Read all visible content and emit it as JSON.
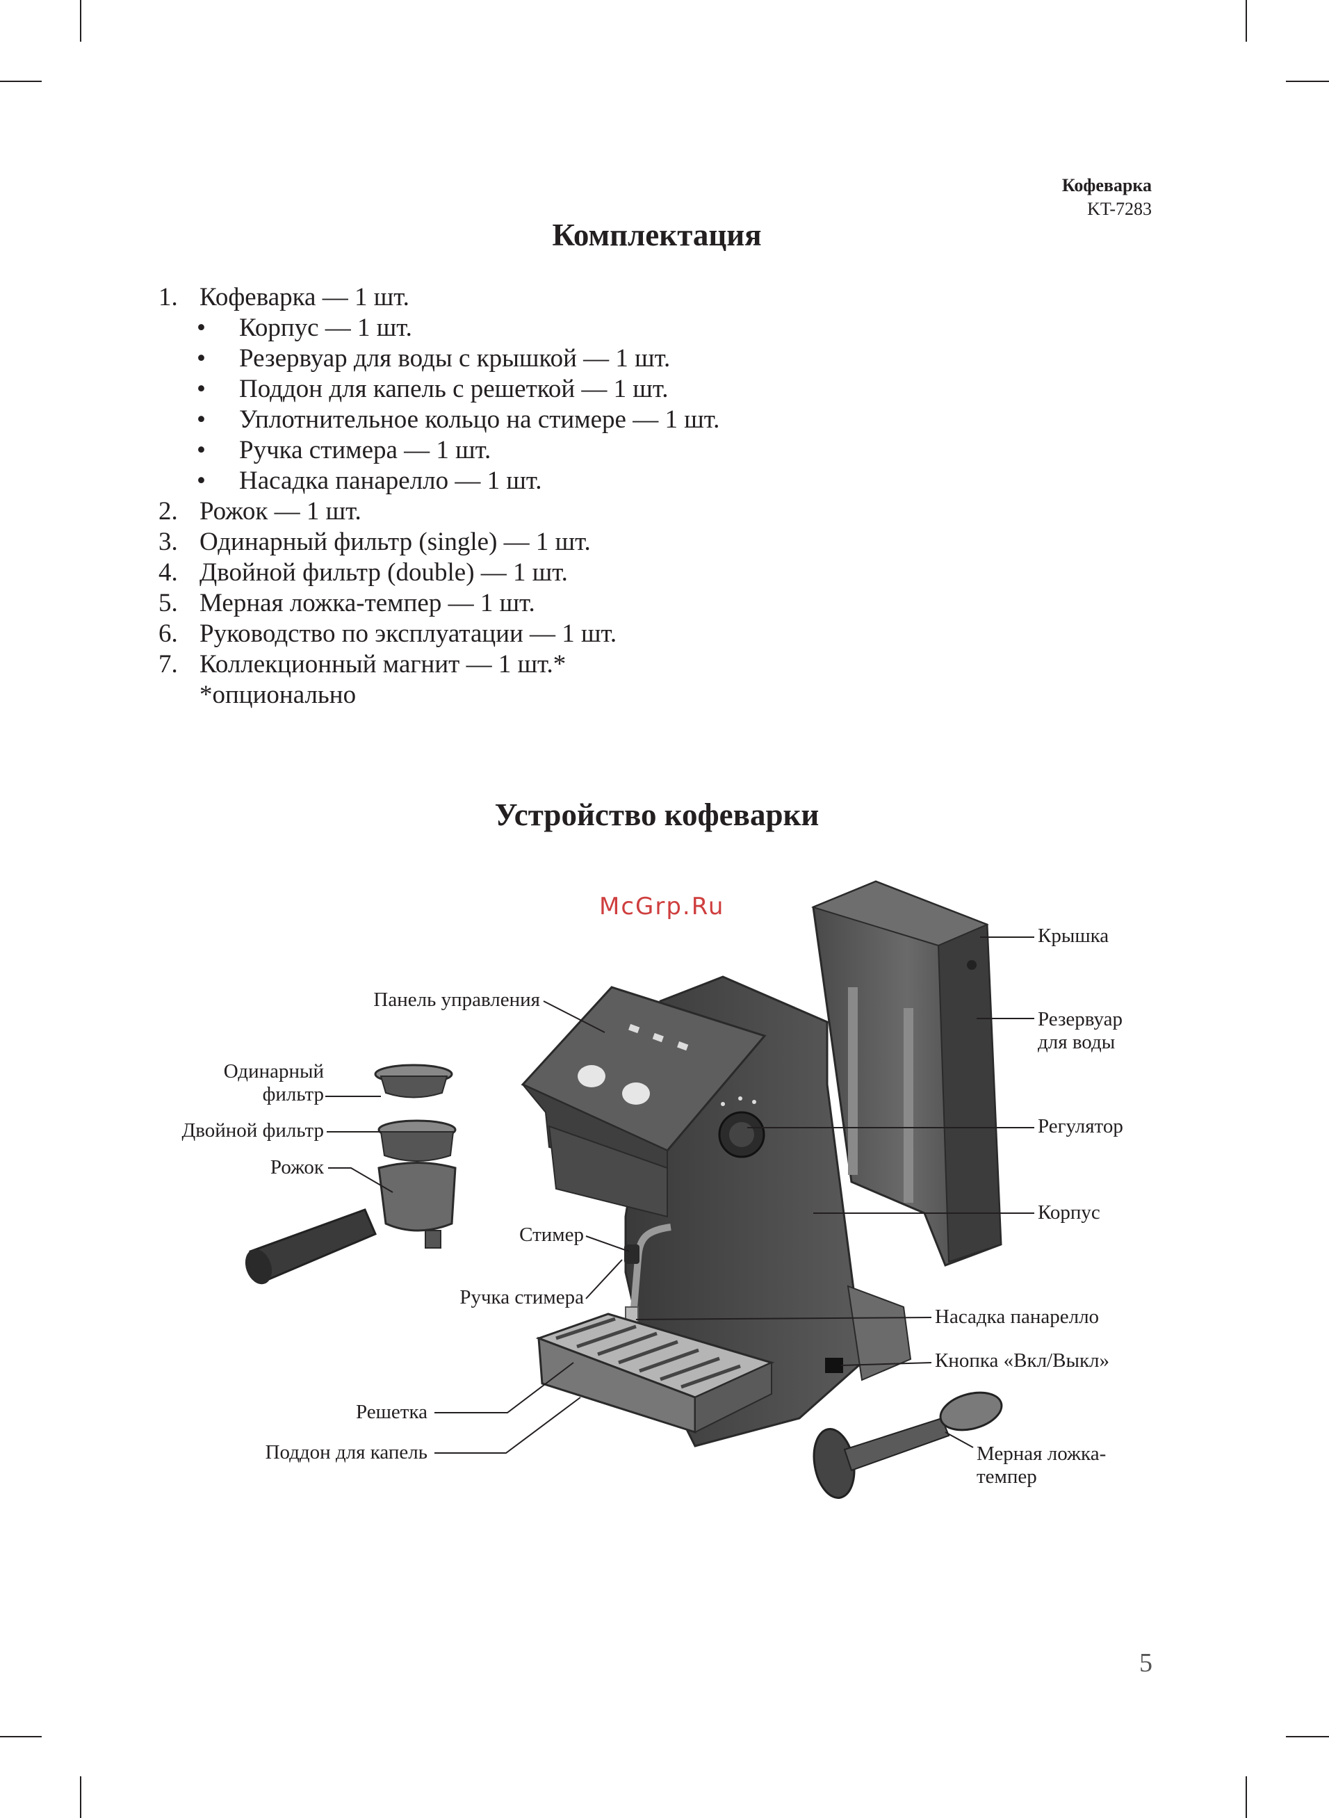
{
  "header": {
    "product": "Кофеварка",
    "model": "KT-7283"
  },
  "contents": {
    "title": "Комплектация",
    "items": [
      {
        "marker": "1.",
        "text": "Кофеварка — 1 шт.",
        "sub": false
      },
      {
        "marker": "•",
        "text": "Корпус — 1 шт.",
        "sub": true
      },
      {
        "marker": "•",
        "text": "Резервуар для воды с крышкой — 1 шт.",
        "sub": true
      },
      {
        "marker": "•",
        "text": "Поддон для капель с решеткой — 1 шт.",
        "sub": true
      },
      {
        "marker": "•",
        "text": "Уплотнительное кольцо на стимере — 1 шт.",
        "sub": true
      },
      {
        "marker": "•",
        "text": "Ручка стимера — 1 шт.",
        "sub": true
      },
      {
        "marker": "•",
        "text": "Насадка панарелло — 1 шт.",
        "sub": true
      },
      {
        "marker": "2.",
        "text": "Рожок — 1 шт.",
        "sub": false
      },
      {
        "marker": "3.",
        "text": "Одинарный фильтр (single) — 1 шт.",
        "sub": false
      },
      {
        "marker": "4.",
        "text": "Двойной фильтр (double) — 1 шт.",
        "sub": false
      },
      {
        "marker": "5.",
        "text": "Мерная ложка-темпер — 1 шт.",
        "sub": false
      },
      {
        "marker": "6.",
        "text": "Руководство по эксплуатации — 1 шт.",
        "sub": false
      },
      {
        "marker": "7.",
        "text": "Коллекционный магнит — 1 шт.*",
        "sub": false
      }
    ],
    "footnote": "*опционально"
  },
  "device": {
    "title": "Устройство кофеварки",
    "watermark": "McGrp.Ru",
    "labels": {
      "lid": "Крышка",
      "tank_1": "Резервуар",
      "tank_2": "для воды",
      "knob": "Регулятор",
      "body": "Корпус",
      "panarello": "Насадка панарелло",
      "power": "Кнопка «Вкл/Выкл»",
      "tamper_1": "Мерная ложка-",
      "tamper_2": "темпер",
      "panel": "Панель управления",
      "single_1": "Одинарный",
      "single_2": "фильтр",
      "double": "Двойной фильтр",
      "holder": "Рожок",
      "steamer": "Стимер",
      "steamer_handle": "Ручка стимера",
      "grate": "Решетка",
      "tray": "Поддон для капель"
    }
  },
  "page_number": "5"
}
